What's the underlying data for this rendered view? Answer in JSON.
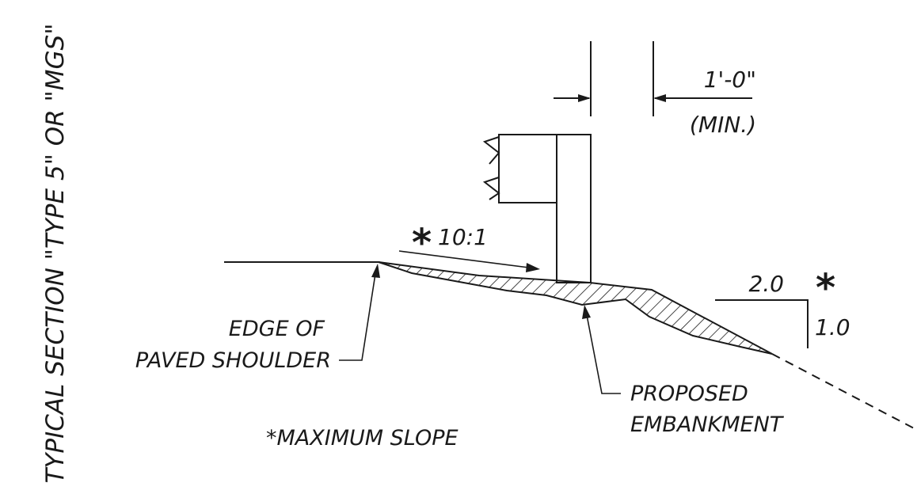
{
  "diagram": {
    "title": "TYPICAL SECTION \"TYPE 5\" OR \"MGS\"",
    "offset_dimension": "1'-0\"",
    "offset_qualifier": "(MIN.)",
    "inner_slope": {
      "asterisk": "*",
      "ratio": "10:1"
    },
    "outer_slope": {
      "horizontal": "2.0",
      "vertical": "1.0",
      "asterisk": "*"
    },
    "labels": {
      "edge_line1": "EDGE OF",
      "edge_line2": "PAVED SHOULDER",
      "embankment_line1": "PROPOSED",
      "embankment_line2": "EMBANKMENT",
      "footnote": "*MAXIMUM SLOPE"
    },
    "colors": {
      "ink": "#1a1a1a",
      "background": "#ffffff"
    }
  }
}
